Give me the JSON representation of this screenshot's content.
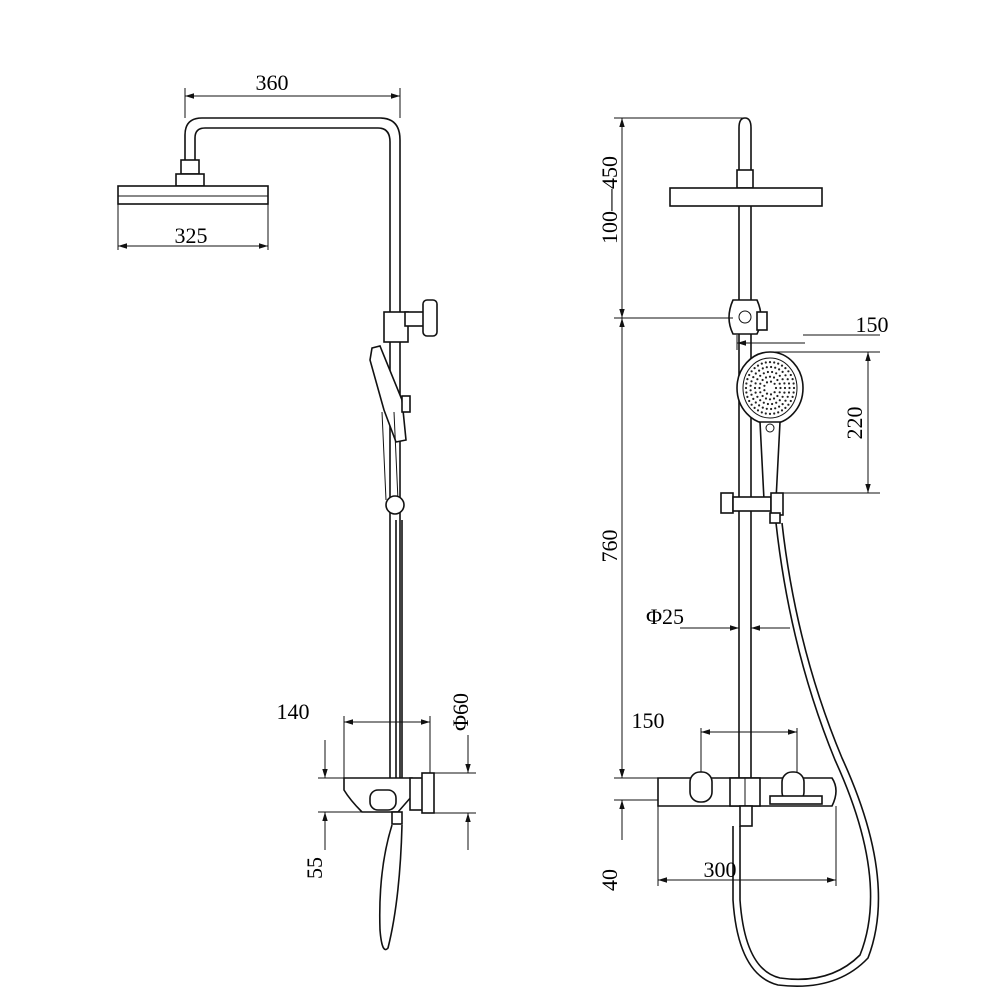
{
  "drawing": {
    "dimensions": {
      "arm_length": "360",
      "head_diameter": "325",
      "shelf_depth": "140",
      "pipe_diameter_outlet": "Φ60",
      "outlet_height": "55",
      "height_adjust_range": "100—450",
      "hand_shower_width": "150",
      "hand_shower_height": "220",
      "rail_height": "760",
      "rail_diameter": "Φ25",
      "inlet_spacing": "150",
      "shelf_width": "300",
      "shelf_height": "40"
    }
  }
}
